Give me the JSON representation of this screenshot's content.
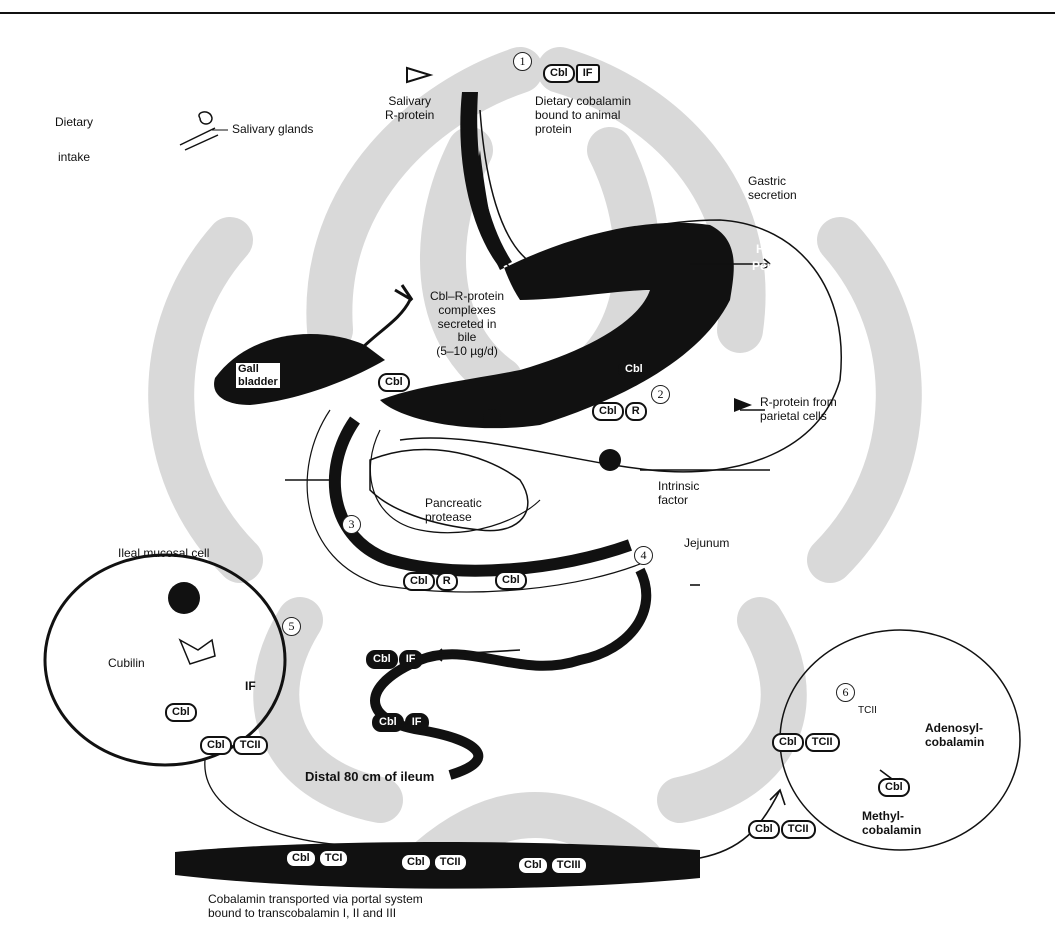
{
  "colors": {
    "ink": "#111111",
    "watermark": "#d7d7d7",
    "paper": "#ffffff"
  },
  "labels": {
    "dietary": "Dietary",
    "intake": "intake",
    "salivary_glands": "Salivary glands",
    "salivary_rprotein": "Salivary\nR-protein",
    "dietary_cobalamin": "Dietary cobalamin\nbound to animal\nprotein",
    "gastric_secretion": "Gastric\nsecretion",
    "hcl": "HCl",
    "pepsin": "Pepsin",
    "cbl_rprotein": "Cbl–R-protein\ncomplexes\nsecreted in\nbile\n(5–10 µg/d)",
    "gallbladder": "Gall\nbladder",
    "rprotein_parietal": "R-protein from\nparietal cells",
    "intrinsic_factor": "Intrinsic\nfactor",
    "pancreatic_protease": "Pancreatic\nprotease",
    "jejunum": "Jejunum",
    "ileal_mucosal_cell": "Ileal mucosal cell",
    "cubilin": "Cubilin",
    "distal_ileum": "Distal 80 cm of ileum",
    "portal_caption": "Cobalamin transported via portal system\nbound to transcobalamin I, II and III",
    "tcii": "TCII",
    "adenosyl": "Adenosyl-\ncobalamin",
    "methyl": "Methyl-\ncobalamin"
  },
  "markers": {
    "cbl": "Cbl",
    "if": "IF",
    "r": "R",
    "tci": "TCI",
    "tcii": "TCII",
    "tciii": "TCIII",
    "step1": "1",
    "step2": "2",
    "step3": "3",
    "step4": "4",
    "step5": "5",
    "step6": "6"
  }
}
